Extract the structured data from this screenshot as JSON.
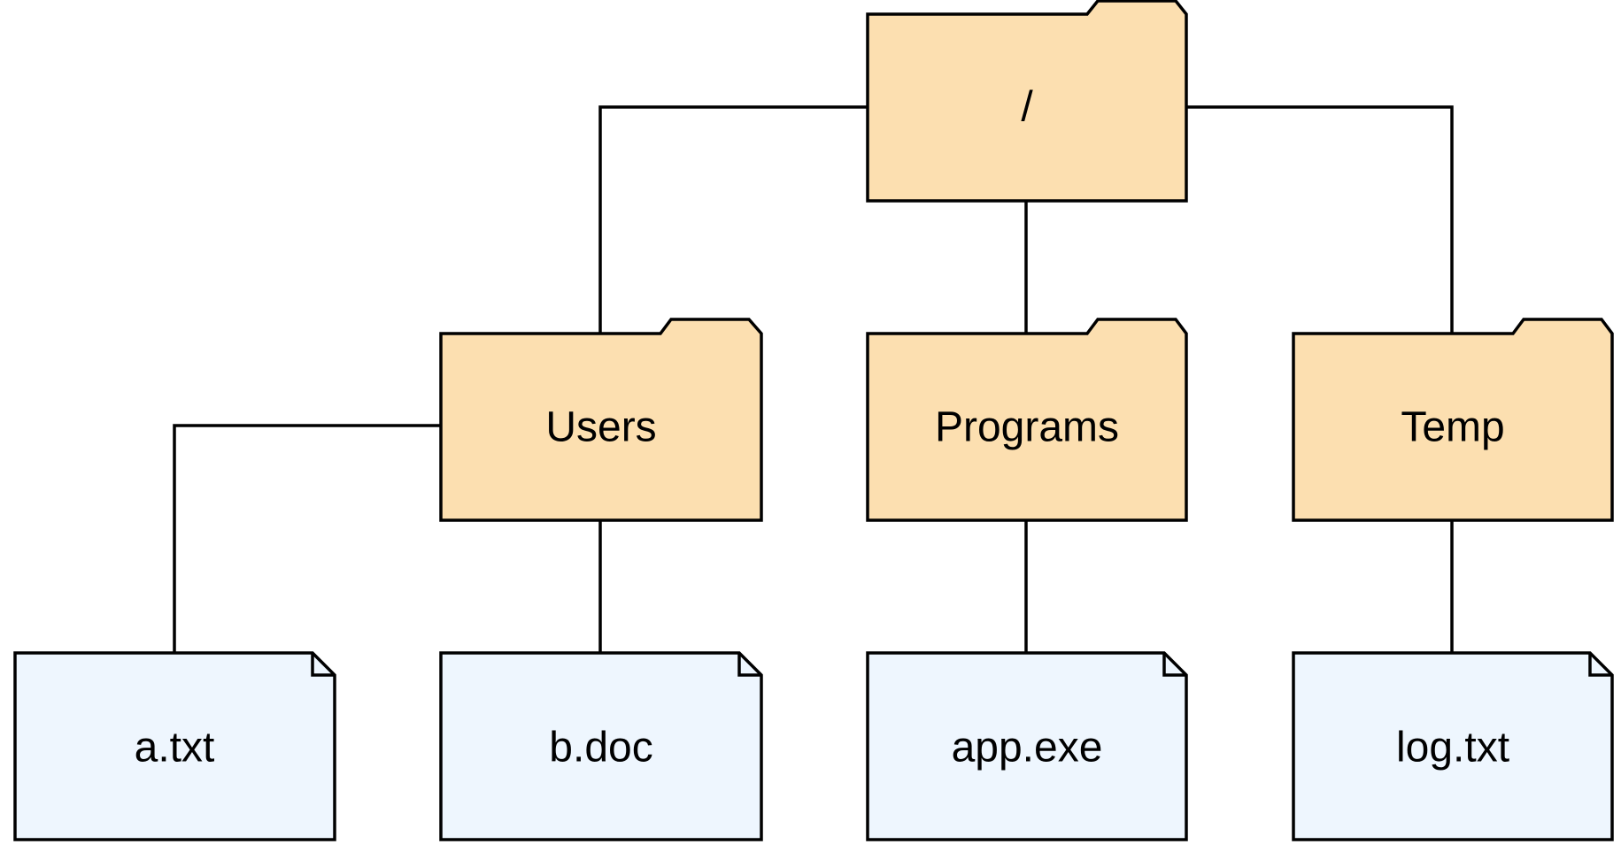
{
  "colors": {
    "folder_fill": "#FCDFB0",
    "file_fill": "#EEF6FE",
    "stroke": "#000000",
    "text": "#000000"
  },
  "nodes": {
    "root": {
      "label": "/",
      "kind": "folder"
    },
    "users": {
      "label": "Users",
      "kind": "folder"
    },
    "programs": {
      "label": "Programs",
      "kind": "folder"
    },
    "temp": {
      "label": "Temp",
      "kind": "folder"
    },
    "a_txt": {
      "label": "a.txt",
      "kind": "file"
    },
    "b_doc": {
      "label": "b.doc",
      "kind": "file"
    },
    "app_exe": {
      "label": "app.exe",
      "kind": "file"
    },
    "log_txt": {
      "label": "log.txt",
      "kind": "file"
    }
  },
  "edges": [
    {
      "from": "root",
      "to": "users"
    },
    {
      "from": "root",
      "to": "programs"
    },
    {
      "from": "root",
      "to": "temp"
    },
    {
      "from": "users",
      "to": "a_txt"
    },
    {
      "from": "users",
      "to": "b_doc"
    },
    {
      "from": "programs",
      "to": "app_exe"
    },
    {
      "from": "temp",
      "to": "log_txt"
    }
  ]
}
